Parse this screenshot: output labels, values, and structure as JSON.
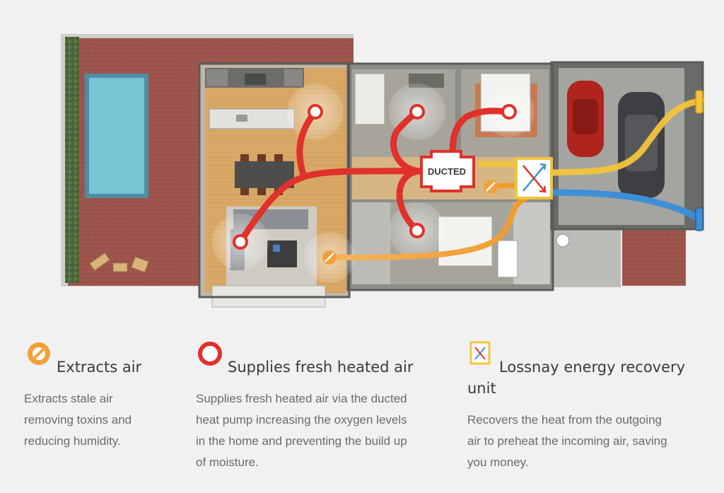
{
  "diagram": {
    "ducted_label": "DUCTED"
  },
  "legend": [
    {
      "icon": "extract-icon",
      "title": "Extracts air",
      "description_lines": [
        "Extracts stale air",
        "removing toxins and",
        "reducing humidity."
      ]
    },
    {
      "icon": "supply-icon",
      "title": "Supplies fresh heated air",
      "description_lines": [
        "Supplies fresh heated air via the ducted",
        "heat pump increasing the oxygen levels",
        "in the home and preventing the build up",
        "of moisture."
      ]
    },
    {
      "icon": "lossnay-icon",
      "title_lines": [
        "Lossnay energy recovery",
        "unit"
      ],
      "description_lines": [
        "Recovers the heat from the outgoing",
        "air to preheat the incoming air, saving",
        "you money."
      ]
    }
  ],
  "colors": {
    "supply_red": "#e0312b",
    "extract_orange": "#f2a13a",
    "fresh_yellow": "#f3c43c",
    "exhaust_blue": "#3d8fd6",
    "background": "#f1f1f1"
  }
}
